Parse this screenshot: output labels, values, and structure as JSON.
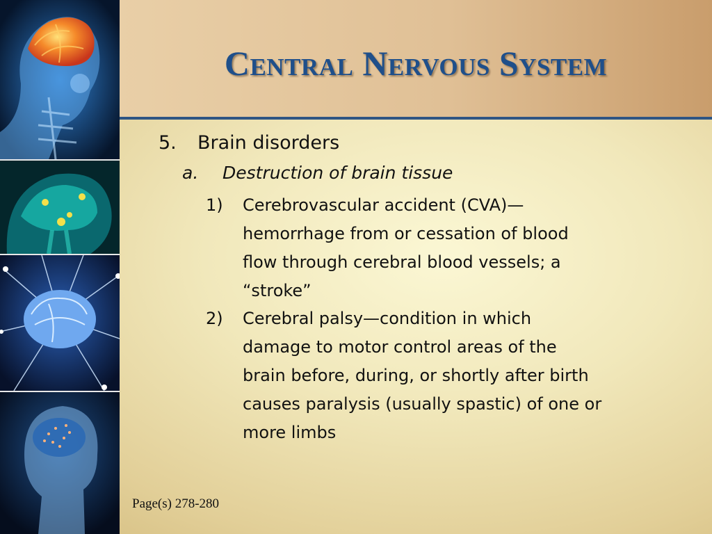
{
  "slide": {
    "title": "Central Nervous System",
    "items": [
      {
        "number": "5.",
        "text": "Brain disorders",
        "sub": {
          "letter": "a.",
          "text": "Destruction of brain tissue",
          "points": [
            {
              "number": "1)",
              "lines": [
                "Cerebrovascular accident (CVA)—",
                "hemorrhage from or cessation of blood",
                "flow through cerebral blood vessels; a",
                "“stroke”"
              ]
            },
            {
              "number": "2)",
              "lines": [
                "Cerebral palsy—condition in which",
                "damage to motor control areas of the",
                "brain before, during, or shortly after birth",
                "causes paralysis (usually spastic) of one or",
                "more limbs"
              ]
            }
          ]
        }
      }
    ],
    "footer": "Page(s) 278-280"
  },
  "colors": {
    "title_text": "#1f4f8a",
    "title_rule": "#2f5584",
    "background": "#f1e8bb"
  },
  "icons": [
    "skeleton-brain-image",
    "brain-side-view-image",
    "glowing-brain-image",
    "head-neural-image"
  ]
}
